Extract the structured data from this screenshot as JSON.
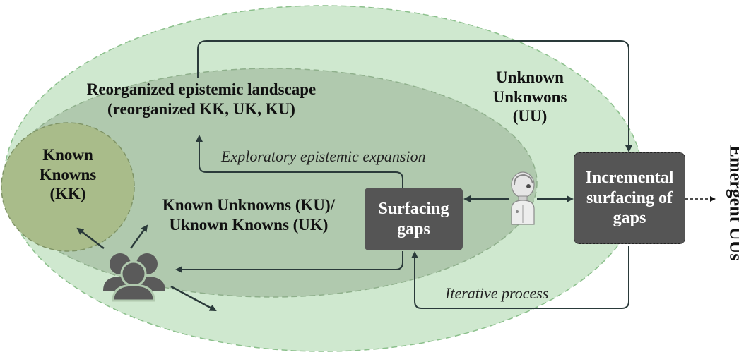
{
  "regions": {
    "unknown_unknowns": "Unknown\nUnknwons\n(UU)",
    "reorganized": "Reorganized epistemic landscape\n(reorganized KK, UK, KU)",
    "known_unknowns": "Known Unknowns (KU)/\nUknown Knowns (UK)",
    "known_knowns": "Known\nKnowns\n(KK)"
  },
  "boxes": {
    "surfacing_gaps": "Surfacing\ngaps",
    "incremental": "Incremental\nsurfacing of\ngaps"
  },
  "annotations": {
    "exploratory": "Exploratory epistemic expansion",
    "iterative": "Iterative process",
    "emergent": "Emergent UUs"
  },
  "icons": {
    "group": "people-group-icon",
    "robot": "robot-icon"
  },
  "colors": {
    "outer_ellipse": "#cfe8cf",
    "middle_ellipse": "#b0c9ae",
    "inner_circle": "#a9bc8a",
    "box_fill": "#555555",
    "arrow": "#2a3a3a"
  }
}
